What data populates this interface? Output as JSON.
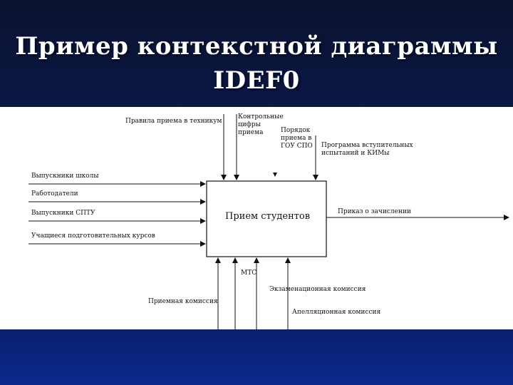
{
  "title": {
    "line1": "Пример контекстной диаграммы",
    "line2": "IDEF0"
  },
  "diagram": {
    "function_box": "Прием студентов",
    "inputs": [
      "Выпускники школы",
      "Работодатели",
      "Выпускники СПТУ",
      "Учащиеся подготовительных курсов"
    ],
    "controls": [
      "Правила приема в техникум",
      "Контрольные цифры приема",
      "Порядок приема в ГОУ СПО",
      "Программа вступительных испытаний и КИМы"
    ],
    "outputs": [
      "Приказ о зачислении"
    ],
    "mechanisms": [
      "Приемная комиссия",
      "МТС",
      "Экзаменационная комиссия",
      "Апелляционная комиссия"
    ]
  },
  "colors": {
    "background_top": "#0b1230",
    "background_bottom": "#0a237a",
    "panel": "#ffffff",
    "lines": "#111111"
  }
}
